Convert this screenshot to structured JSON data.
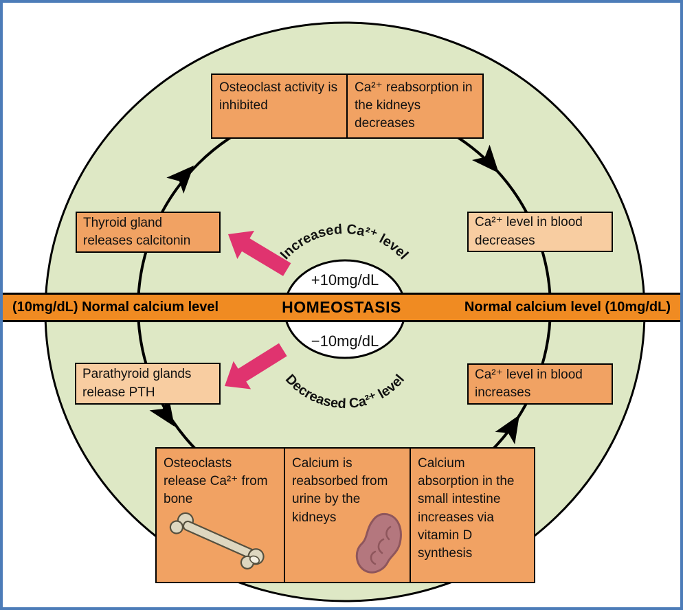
{
  "colors": {
    "frame_blue": "#4c7cb8",
    "circle_green": "#dee8c5",
    "box_orange": "#f1a263",
    "box_peach": "#f8cda1",
    "band_orange": "#f08b22",
    "arrow_pink": "#e0336f",
    "outline": "#000000"
  },
  "band": {
    "left_label": "(10mg/dL) Normal calcium level",
    "center_label": "HOMEOSTASIS",
    "right_label": "Normal calcium level (10mg/dL)"
  },
  "center": {
    "upper_arc_label": "Increased Ca²⁺ level",
    "lower_arc_label": "Decreased Ca²⁺ level",
    "upper_value": "+10mg/dL",
    "lower_value": "−10mg/dL"
  },
  "upper_loop": {
    "top_box": {
      "cells": [
        "Osteoclast activity is inhibited",
        "Ca²⁺ reabsorption in the kidneys decreases"
      ]
    },
    "left_box": "Thyroid gland releases calcitonin",
    "right_box": "Ca²⁺ level in blood decreases"
  },
  "lower_loop": {
    "left_box": "Parathyroid glands release PTH",
    "bottom_box": {
      "cells": [
        "Osteoclasts release Ca²⁺ from bone",
        "Calcium is reabsorbed from urine by the kidneys",
        "Calcium absorption in the small intestine increases via vitamin D synthesis"
      ]
    },
    "right_box": "Ca²⁺ level in blood increases"
  },
  "icons": {
    "bone": "bone-icon",
    "kidney": "kidney-icon"
  }
}
